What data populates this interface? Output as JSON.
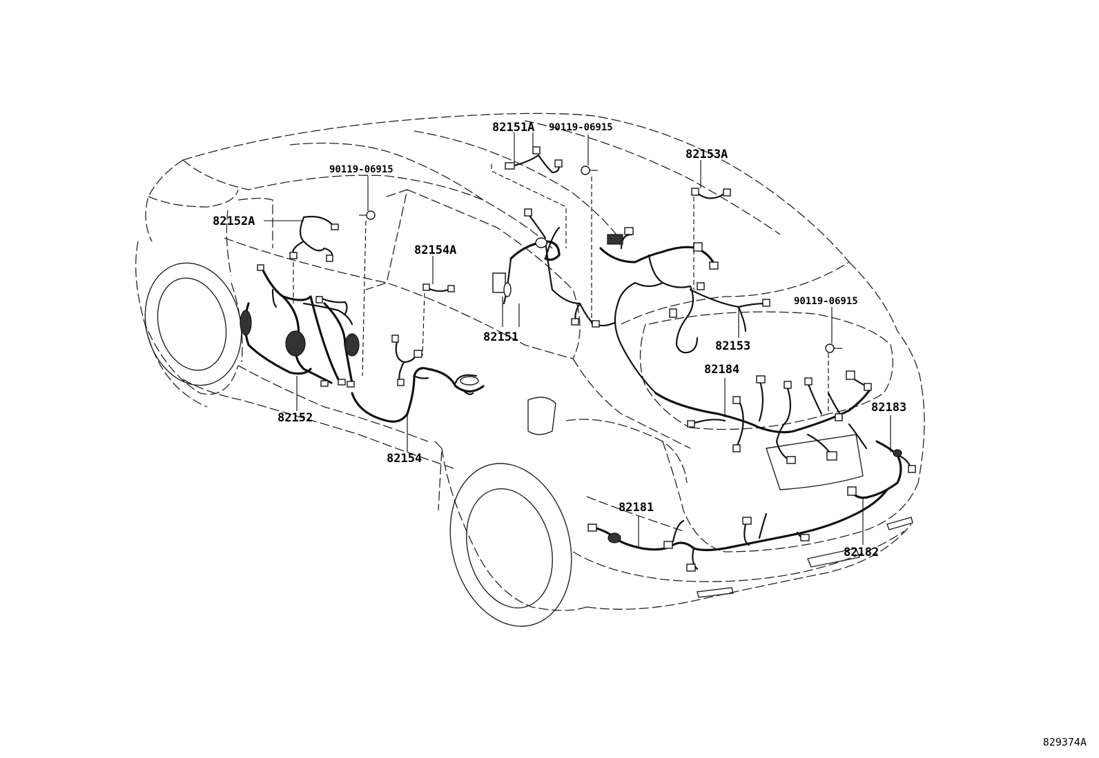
{
  "labels": {
    "l82151A": "82151A",
    "l90119_top": "90119-06915",
    "l82153A": "82153A",
    "l90119_left": "90119-06915",
    "l82152A": "82152A",
    "l82154A": "82154A",
    "l82151": "82151",
    "l82153": "82153",
    "l90119_right": "90119-06915",
    "l82184": "82184",
    "l82152": "82152",
    "l82183": "82183",
    "l82154": "82154",
    "l82181": "82181",
    "l82182": "82182"
  },
  "reference_code": "829374A"
}
